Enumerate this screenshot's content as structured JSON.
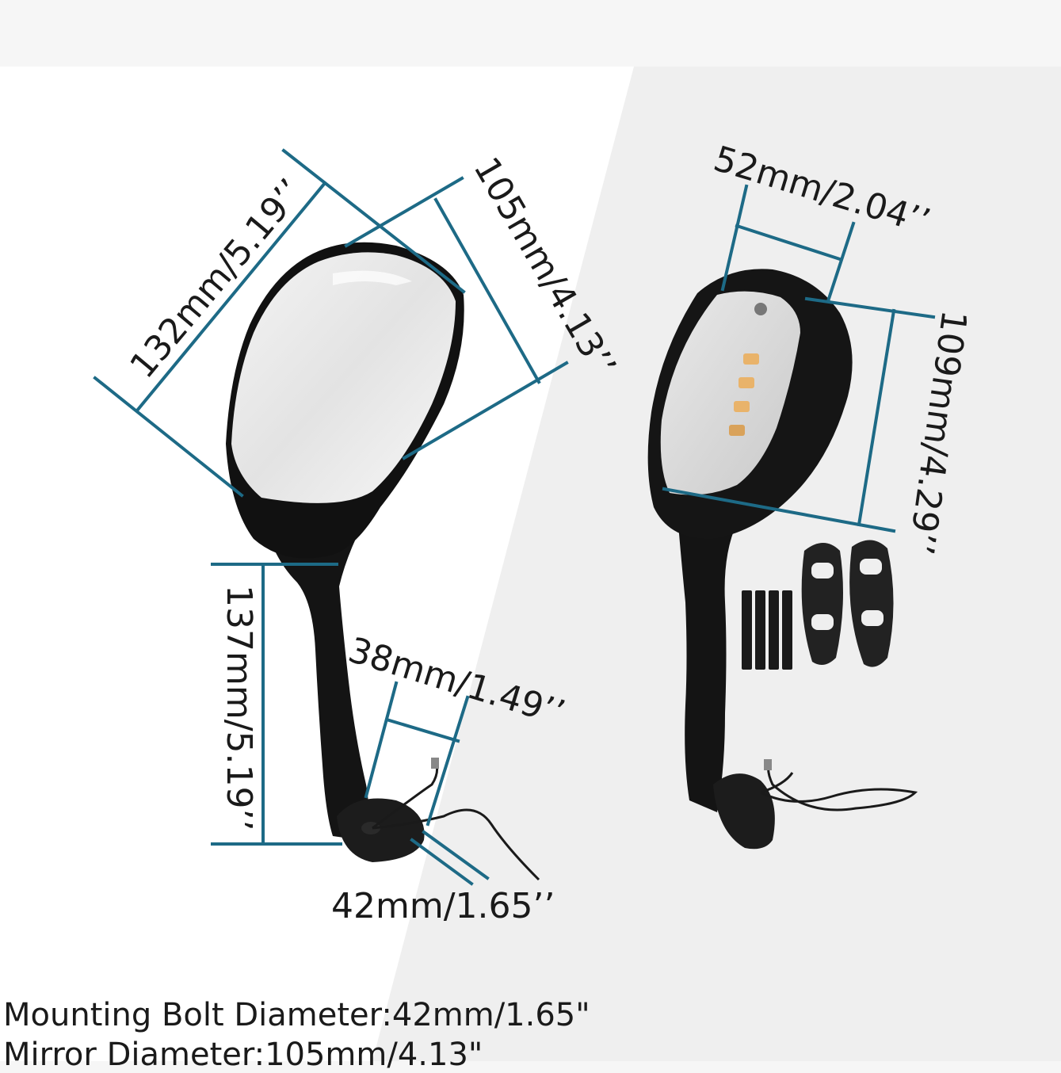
{
  "dimensions": {
    "left_mirror_length": "132mm/5.19’’",
    "left_mirror_width": "105mm/4.13’’",
    "stem_height": "137mm/5.19’’",
    "base_width": "38mm/1.49’’",
    "bolt_diameter": "42mm/1.65’’",
    "right_mirror_width": "52mm/2.04’’",
    "right_mirror_height": "109mm/4.29’’"
  },
  "specs": {
    "line1": "Mounting Bolt Diameter:42mm/1.65\"",
    "line2": "Mirror Diameter:105mm/4.13\""
  },
  "colors": {
    "dimension_line": "#1d6a86",
    "mirror_body": "#151515",
    "text": "#1a1a1a"
  }
}
